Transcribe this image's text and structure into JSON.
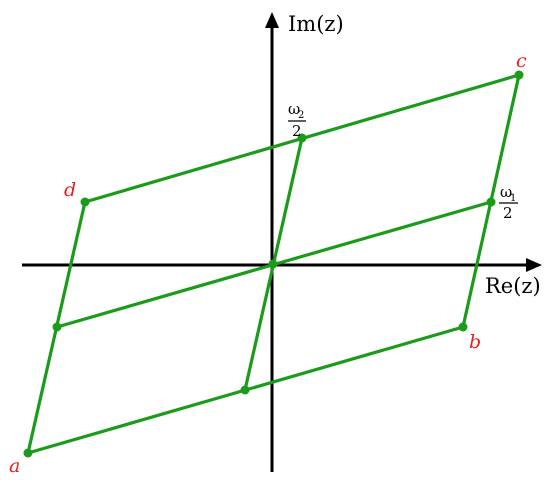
{
  "axes": {
    "x_label": "Re(z)",
    "y_label": "Im(z)"
  },
  "corners": {
    "a": "a",
    "b": "b",
    "c": "c",
    "d": "d"
  },
  "half_periods": {
    "omega1": {
      "symbol": "ω",
      "subscript": "1",
      "denominator": "2"
    },
    "omega2": {
      "symbol": "ω",
      "subscript": "2",
      "denominator": "2"
    }
  },
  "colors": {
    "lattice_green": "#1a9b1a",
    "corner_label_red": "#e81e1e",
    "axis_black": "#000000"
  }
}
